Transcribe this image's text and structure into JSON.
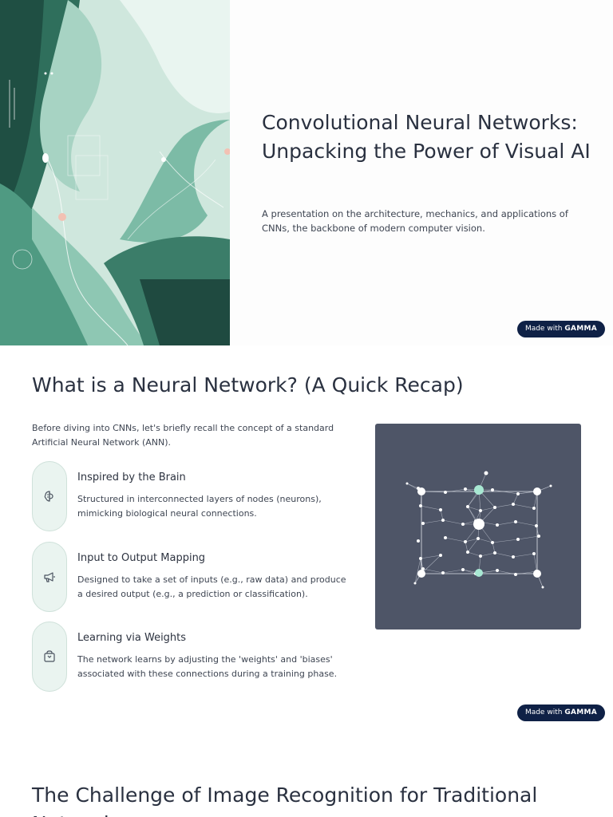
{
  "slide1": {
    "title": "Convolutional Neural Networks: Unpacking the Power of Visual AI",
    "subtitle": "A presentation on the architecture, mechanics, and applications of CNNs, the backbone of modern computer vision.",
    "badge_prefix": "Made with",
    "badge_brand": "GAMMA"
  },
  "slide2": {
    "title": "What is a Neural Network? (A Quick Recap)",
    "intro": "Before diving into CNNs, let's briefly recall the concept of a standard Artificial Neural Network (ANN).",
    "features": [
      {
        "title": "Inspired by the Brain",
        "description": "Structured in interconnected layers of nodes (neurons), mimicking biological neural connections.",
        "icon": "brain-icon"
      },
      {
        "title": "Input to Output Mapping",
        "description": "Designed to take a set of inputs (e.g., raw data) and produce a desired output (e.g., a prediction or classification).",
        "icon": "megaphone-icon"
      },
      {
        "title": "Learning via Weights",
        "description": "The network learns by adjusting the 'weights' and 'biases' associated with these connections during a training phase.",
        "icon": "bag-icon"
      }
    ],
    "badge_prefix": "Made with",
    "badge_brand": "GAMMA"
  },
  "slide3": {
    "title": "The Challenge of Image Recognition for Traditional Networks"
  },
  "colors": {
    "accent_mint": "#a8e8d3",
    "panel_bg": "#4e5567",
    "badge_bg": "#0f2146",
    "pill_bg": "#eaf4f0"
  }
}
